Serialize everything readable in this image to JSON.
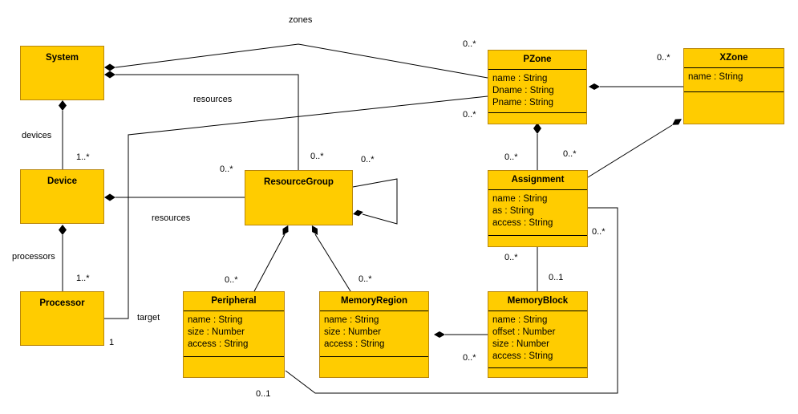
{
  "diagram_type": "uml-class-diagram",
  "colors": {
    "class_fill": "#FFCC00",
    "class_border": "#B8860B",
    "line_color": "#000000",
    "background": "#FFFFFF"
  },
  "classes": {
    "system": {
      "name": "System",
      "attributes": []
    },
    "device": {
      "name": "Device",
      "attributes": []
    },
    "processor": {
      "name": "Processor",
      "attributes": []
    },
    "resource_group": {
      "name": "ResourceGroup",
      "attributes": []
    },
    "peripheral": {
      "name": "Peripheral",
      "attributes": [
        "name : String",
        "size : Number",
        "access : String"
      ]
    },
    "memory_region": {
      "name": "MemoryRegion",
      "attributes": [
        "name : String",
        "size : Number",
        "access : String"
      ]
    },
    "memory_block": {
      "name": "MemoryBlock",
      "attributes": [
        "name : String",
        "offset : Number",
        "size : Number",
        "access : String"
      ]
    },
    "assignment": {
      "name": "Assignment",
      "attributes": [
        "name : String",
        "as : String",
        "access : String"
      ]
    },
    "pzone": {
      "name": "PZone",
      "attributes": [
        "name : String",
        "Dname : String",
        "Pname : String"
      ]
    },
    "xzone": {
      "name": "XZone",
      "attributes": [
        "name : String"
      ]
    }
  },
  "edge_labels": {
    "zones": "zones",
    "zones_mult": "0..*",
    "devices": "devices",
    "devices_mult": "1..*",
    "processors": "processors",
    "processors_mult": "1..*",
    "resources_system": "resources",
    "resources_system_mult": "0..*",
    "resources_device": "resources",
    "resources_device_mult": "0..*",
    "target": "target",
    "target_processor_mult": "1",
    "target_pzone_mult": "0..*",
    "rg_self_mult": "0..*",
    "rg_peripheral_mult": "0..*",
    "rg_memoryregion_mult": "0..*",
    "pzone_xzone_mult": "0..*",
    "pzone_assignment_mult": "0..*",
    "xzone_assignment_mult": "0..*",
    "assignment_memoryblock_mult_src": "0..*",
    "assignment_memoryblock_mult_tgt": "0..1",
    "assignment_peripheral_mult_src": "0..*",
    "assignment_peripheral_mult_tgt": "0..1",
    "memoryregion_memoryblock_mult": "0..*"
  },
  "associations": [
    {
      "from": "System",
      "to": "Device",
      "type": "composition",
      "role": "devices",
      "multiplicity": "1..*"
    },
    {
      "from": "Device",
      "to": "Processor",
      "type": "composition",
      "role": "processors",
      "multiplicity": "1..*"
    },
    {
      "from": "System",
      "to": "PZone",
      "type": "composition",
      "role": "zones",
      "multiplicity": "0..*"
    },
    {
      "from": "System",
      "to": "ResourceGroup",
      "type": "composition",
      "role": "resources",
      "multiplicity": "0..*"
    },
    {
      "from": "Device",
      "to": "ResourceGroup",
      "type": "composition",
      "role": "resources",
      "multiplicity": "0..*"
    },
    {
      "from": "PZone",
      "to": "Processor",
      "type": "association",
      "role": "target",
      "mult_pzone": "0..*",
      "mult_processor": "1"
    },
    {
      "from": "ResourceGroup",
      "to": "ResourceGroup",
      "type": "composition",
      "multiplicity": "0..*"
    },
    {
      "from": "ResourceGroup",
      "to": "Peripheral",
      "type": "composition",
      "multiplicity": "0..*"
    },
    {
      "from": "ResourceGroup",
      "to": "MemoryRegion",
      "type": "composition",
      "multiplicity": "0..*"
    },
    {
      "from": "PZone",
      "to": "XZone",
      "type": "composition",
      "multiplicity": "0..*"
    },
    {
      "from": "PZone",
      "to": "Assignment",
      "type": "composition",
      "multiplicity": "0..*"
    },
    {
      "from": "XZone",
      "to": "Assignment",
      "type": "composition",
      "multiplicity": "0..*"
    },
    {
      "from": "Assignment",
      "to": "MemoryBlock",
      "type": "association",
      "mult_assignment": "0..*",
      "mult_memoryblock": "0..1"
    },
    {
      "from": "Assignment",
      "to": "Peripheral",
      "type": "association",
      "mult_assignment": "0..*",
      "mult_peripheral": "0..1"
    },
    {
      "from": "MemoryRegion",
      "to": "MemoryBlock",
      "type": "composition",
      "multiplicity": "0..*"
    }
  ]
}
